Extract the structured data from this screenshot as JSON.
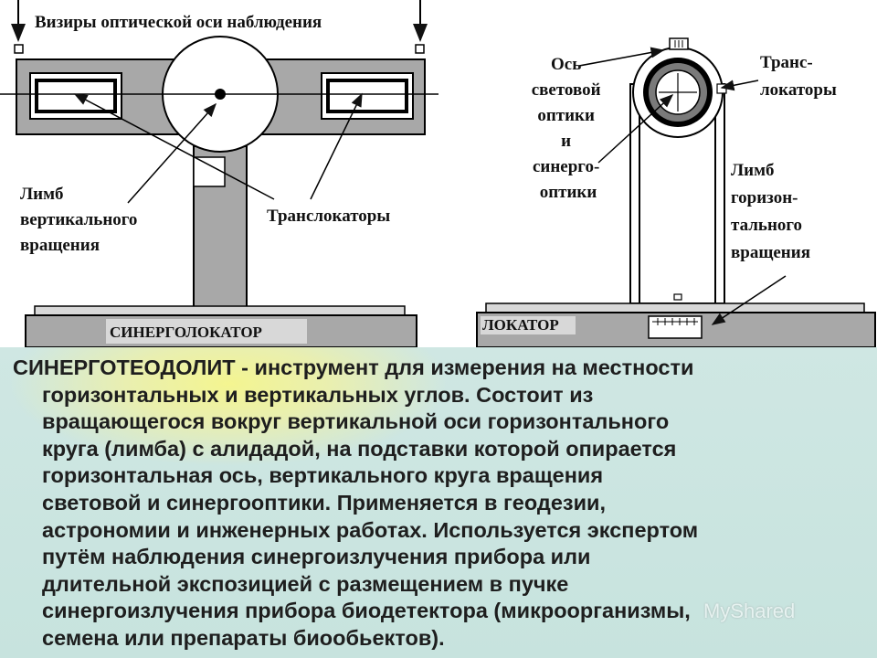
{
  "left_labels": {
    "top": "Визиры оптической оси наблюдения",
    "limb": [
      "Лимб",
      "вертикального",
      "вращения"
    ],
    "translocators": "Транслокаторы",
    "base": "СИНЕРГОЛОКАТОР"
  },
  "right_labels": {
    "axis": [
      "Ось",
      "световой",
      "оптики",
      "и",
      "синерго-",
      "оптики"
    ],
    "translocators": [
      "Транс-",
      "локаторы"
    ],
    "limb": [
      "Лимб",
      "горизон-",
      "тального",
      "вращения"
    ],
    "base": "ЛОКАТОР"
  },
  "description": {
    "term": "СИНЕРГОТЕОДОЛИТ",
    "lines": [
      "СИНЕРГОТЕОДОЛИТ - инструмент для измерения на местности",
      "горизонтальных и вертикальных углов. Состоит из",
      "вращающегося вокруг вертикальной оси горизонтального",
      "круга (лимба) с алидадой, на подставки которой опирается",
      "горизонтальная ось, вертикального круга вращения",
      "световой и синергооптики. Применяется в геодезии,",
      "астрономии и инженерных работах. Используется экспертом",
      "путём наблюдения синергоизлучения прибора или",
      "длительной экспозицией с размещением в пучке",
      "синергоизлучения прибора биодетектора (микроорганизмы,",
      "семена или препараты биообьектов)."
    ]
  },
  "watermark": "MyShared"
}
